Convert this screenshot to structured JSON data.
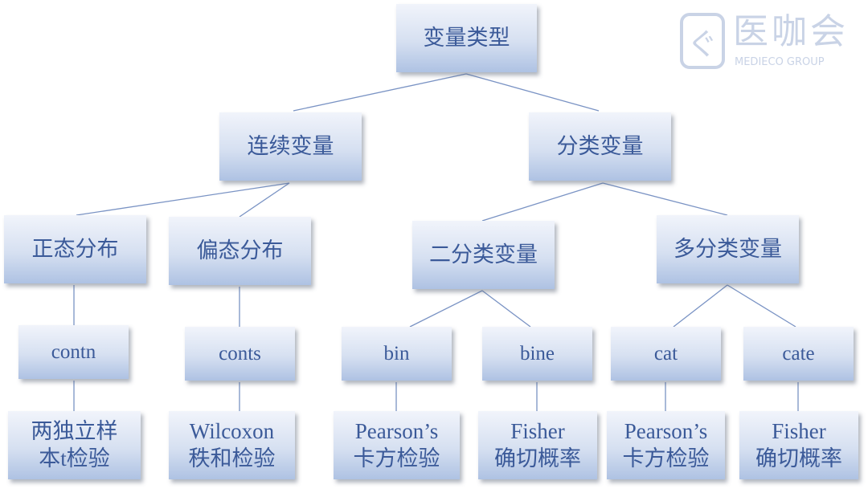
{
  "nodes": {
    "root": "变量类型",
    "continuous": "连续变量",
    "categorical": "分类变量",
    "normal": "正态分布",
    "skewed": "偏态分布",
    "binary": "二分类变量",
    "multi": "多分类变量",
    "contn": "contn",
    "conts": "conts",
    "bin": "bin",
    "bine": "bine",
    "cat": "cat",
    "cate": "cate",
    "ttest": [
      "两独立样本t检验",
      "两独立样",
      "本t检验"
    ],
    "wilcoxon": [
      "Wilcoxon",
      "秩和检验"
    ],
    "pearson1": [
      "Pearson’s",
      "卡方检验"
    ],
    "fisher1": [
      "Fisher",
      "确切概率"
    ],
    "pearson2": [
      "Pearson’s",
      "卡方检验"
    ],
    "fisher2": [
      "Fisher",
      "确切概率"
    ]
  },
  "watermark": {
    "name": "医咖会",
    "sub": "MEDIECO GROUP"
  },
  "colors": {
    "text": "#3b5a99",
    "line": "#7a93c4",
    "box_top": "#f1f4fb",
    "box_bottom": "#aec2e3"
  }
}
